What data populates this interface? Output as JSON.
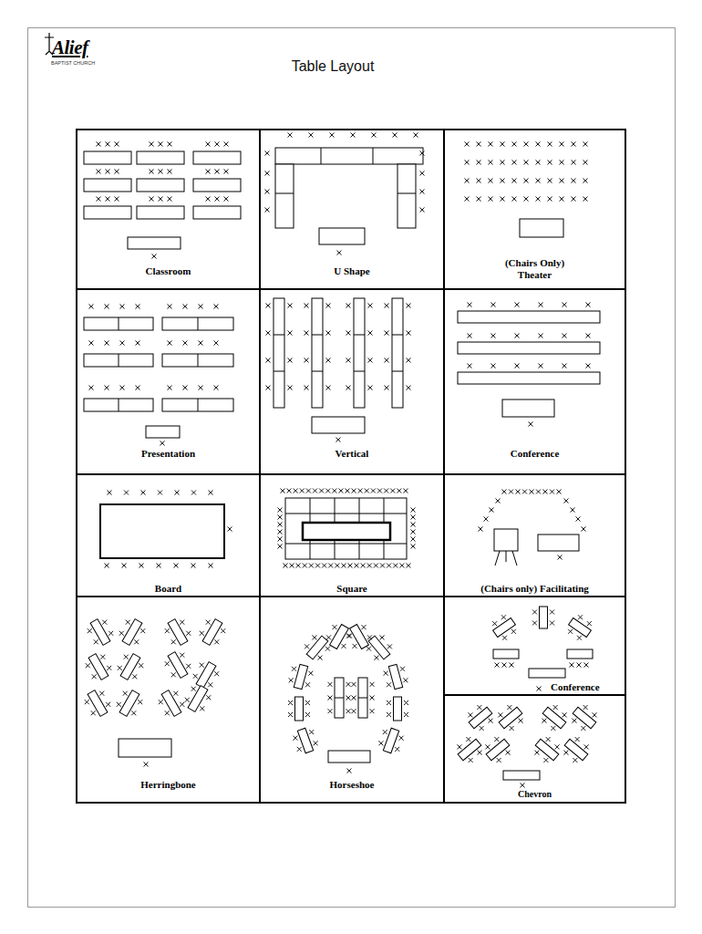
{
  "diagram": {
    "title": "Table Layout",
    "nodes": [
      {
        "text": [
          "Classroom"
        ]
      },
      {
        "text": [
          "U Shape"
        ]
      },
      {
        "text": [
          "(Chairs Only) Theater"
        ]
      },
      {
        "text": [
          "Presentation"
        ]
      },
      {
        "text": [
          "Vertical"
        ]
      },
      {
        "text": [
          "Conference"
        ]
      },
      {
        "text": [
          "Board"
        ]
      },
      {
        "text": [
          "Square"
        ]
      },
      {
        "text": [
          "(Chairs only) Facilitating"
        ]
      },
      {
        "text": [
          "Herringbone"
        ]
      },
      {
        "text": [
          "Horseshoe"
        ]
      },
      {
        "text": [
          "Conference"
        ]
      },
      {
        "text": [
          "Chevron"
        ]
      }
    ],
    "labels": [
      "Alief",
      "BAPTIST CHURCH"
    ]
  }
}
